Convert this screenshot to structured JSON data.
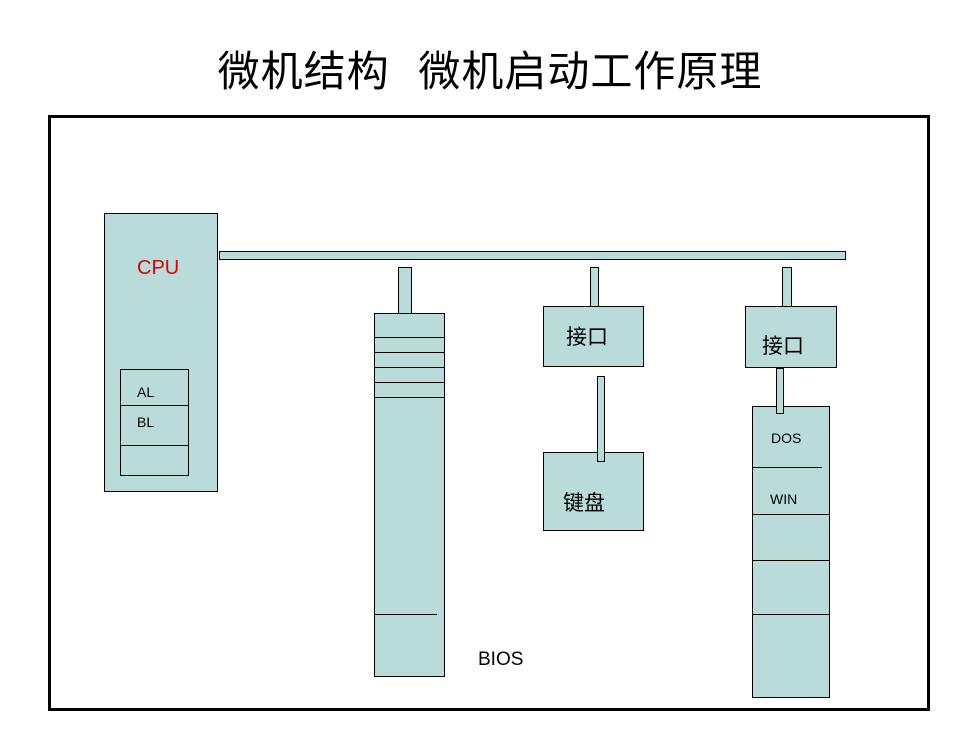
{
  "title": "微机结构  微机启动工作原理",
  "cpu": {
    "label": "CPU",
    "label_color": "#e00000",
    "registers": [
      "AL",
      "BL"
    ]
  },
  "memory": {
    "label": "BIOS"
  },
  "keyboard_path": {
    "interface_label": "接口",
    "device_label": "键盘"
  },
  "disk_path": {
    "interface_label": "接口",
    "disk_entries": [
      "DOS",
      "WIN"
    ]
  },
  "colors": {
    "block_fill": "#b9dcdb",
    "outline": "#000000"
  }
}
